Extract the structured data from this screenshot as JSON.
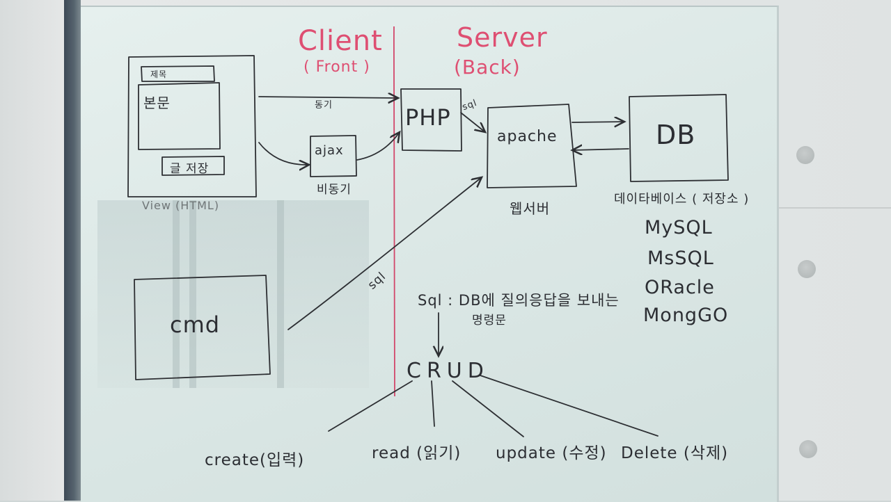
{
  "header": {
    "client_title": "Client",
    "client_sub": "( Front )",
    "server_title": "Server",
    "server_sub": "(Back)"
  },
  "view_box": {
    "title_field": "제목",
    "body_field": "본문",
    "save_button": "글 저장",
    "caption": "View (HTML)"
  },
  "flow": {
    "sync_label": "동기",
    "ajax_label": "ajax",
    "async_label": "비동기",
    "php_label": "PHP",
    "sql_small": "sql",
    "apache_label": "apache",
    "webserver_caption": "웹서버",
    "db_label": "DB",
    "db_caption": "데이타베이스 ( 저장소 )",
    "cmd_label": "cmd",
    "cmd_sql": "sql"
  },
  "db_list": [
    "MySQL",
    "MsSQL",
    "ORacle",
    "MongGO"
  ],
  "sql_def": {
    "line1": "Sql : DB에 질의응답을 보내는",
    "line2": "명령문"
  },
  "crud": {
    "title": "CRUD",
    "items": [
      "create(입력)",
      "read (읽기)",
      "update (수정)",
      "Delete (삭제)"
    ]
  },
  "colors": {
    "marker_red": "#d2466a",
    "marker_black": "#2d2f33",
    "board": "#dce8e6"
  }
}
